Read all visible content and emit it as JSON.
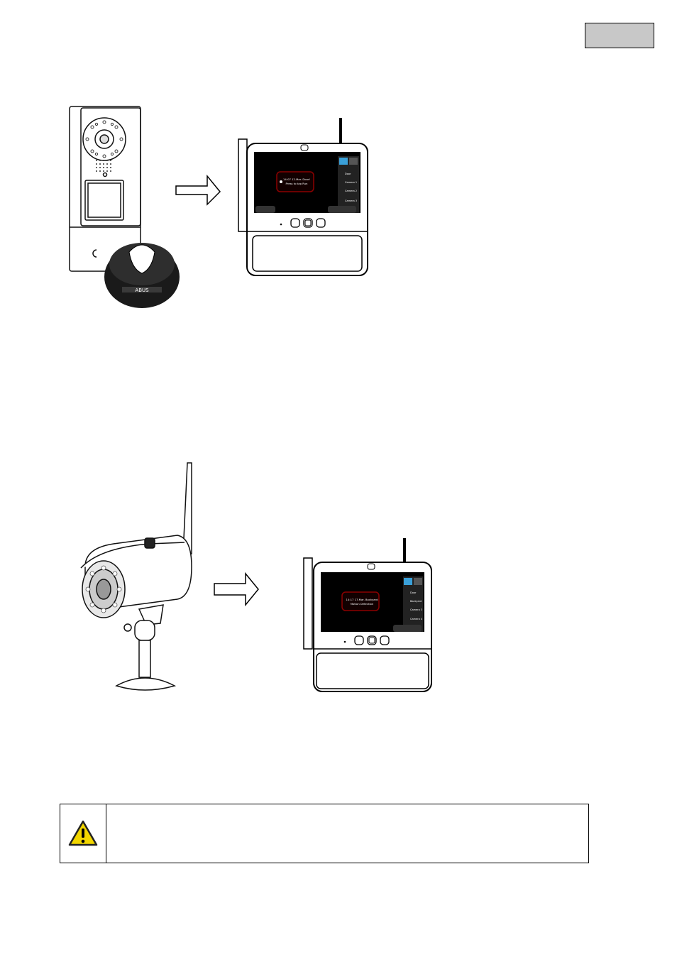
{
  "page": {
    "tab_label": ""
  },
  "figure1": {
    "alert_line1": "14:07 12.Mar. Door!",
    "alert_line2": "Press to tap Run",
    "side_menu": [
      "Door",
      "Camera 1",
      "Camera 2",
      "Camera 3"
    ],
    "keyfob_brand": "ABUS"
  },
  "figure2": {
    "alert_line1": "14:17 17.Mar. Backyard",
    "alert_line2": "Motion Detection",
    "side_menu": [
      "Door",
      "Backyard",
      "Camera 3",
      "Camera 4"
    ]
  },
  "warning": {
    "icon": "warning-triangle-icon",
    "text": ""
  },
  "colors": {
    "page_tab": "#c8c8c8",
    "screen": "#000000",
    "alert_border": "#8b0000",
    "warning_yellow": "#f2d600"
  }
}
